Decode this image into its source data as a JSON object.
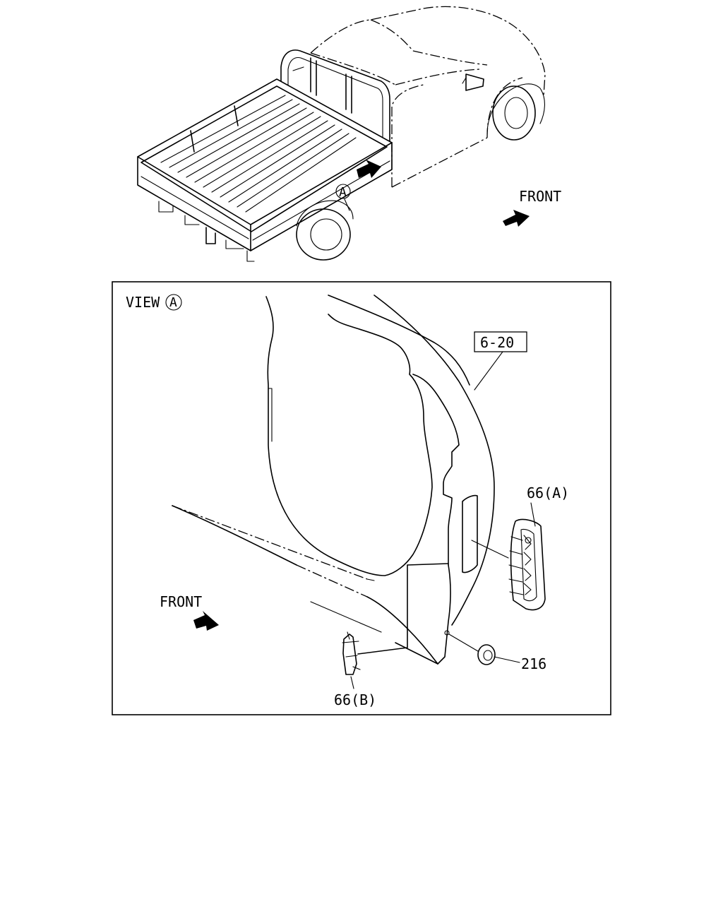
{
  "top_view": {
    "front_label": "FRONT",
    "view_marker": "A"
  },
  "detail_view": {
    "title": "VIEW",
    "title_marker": "A",
    "front_label": "FRONT",
    "callouts": {
      "ref_6_20": "6-20",
      "part_66a": "66(A)",
      "part_66b": "66(B)",
      "part_216": "216"
    }
  }
}
